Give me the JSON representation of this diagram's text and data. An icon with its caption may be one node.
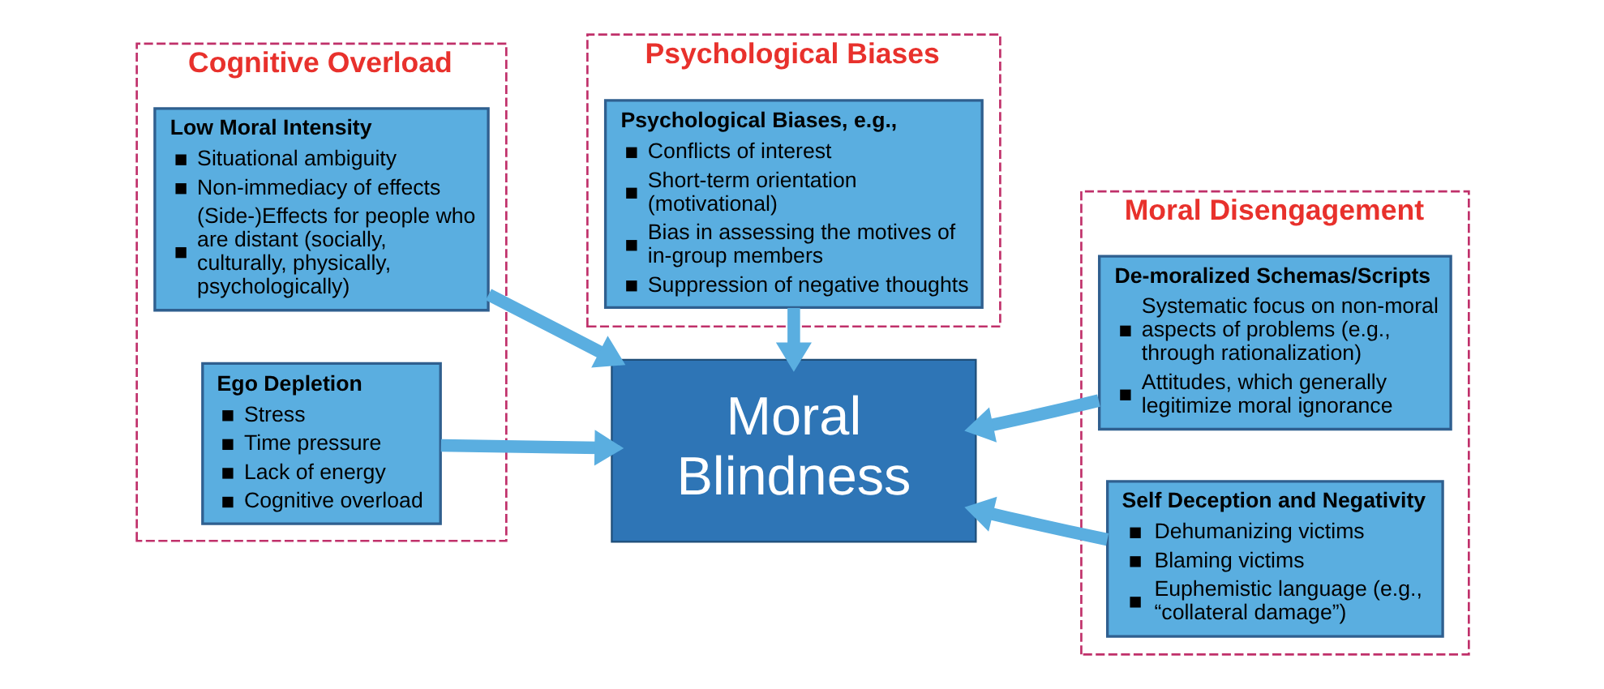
{
  "diagram": {
    "nodes": [
      {
        "text": [
          "Cognitive Overload"
        ]
      },
      {
        "text": [
          "Low Moral Intensity",
          "Situational ambiguity",
          "Non-immediacy of effects",
          "(Side-)Effects for people who are distant (socially, culturally, physically, psychologically)"
        ],
        "in": 0
      },
      {
        "text": [
          "Ego Depletion",
          "Stress",
          "Time pressure",
          "Lack of energy",
          "Cognitive overload"
        ],
        "in": 0
      },
      {
        "text": [
          "Psychological Biases"
        ]
      },
      {
        "text": [
          "Psychological Biases, e.g.,",
          "Conflicts of interest",
          "Short-term orientation (motivational)",
          "Bias in assessing the motives of in-group members",
          "Suppression of negative thoughts"
        ],
        "in": 3
      },
      {
        "text": [
          "Moral Disengagement"
        ]
      },
      {
        "text": [
          "De-moralized Schemas/Scripts",
          "Systematic focus on non-moral aspects of problems (e.g., through rationalization)",
          "Attitudes, which generally legitimize moral ignorance"
        ],
        "in": 5
      },
      {
        "text": [
          "Self Deception and Negativity",
          "Dehumanizing victims",
          "Blaming victims",
          "Euphemistic language (e.g., “collateral damage”)"
        ],
        "in": 5
      },
      {
        "text": [
          "Moral Blindness"
        ]
      }
    ],
    "edges": [
      {
        "from": 1,
        "to": 8,
        "arrow": "to"
      },
      {
        "from": 2,
        "to": 8,
        "arrow": "to"
      },
      {
        "from": 4,
        "to": 8,
        "arrow": "to"
      },
      {
        "from": 6,
        "to": 8,
        "arrow": "to"
      },
      {
        "from": 7,
        "to": 8,
        "arrow": "to"
      }
    ]
  }
}
